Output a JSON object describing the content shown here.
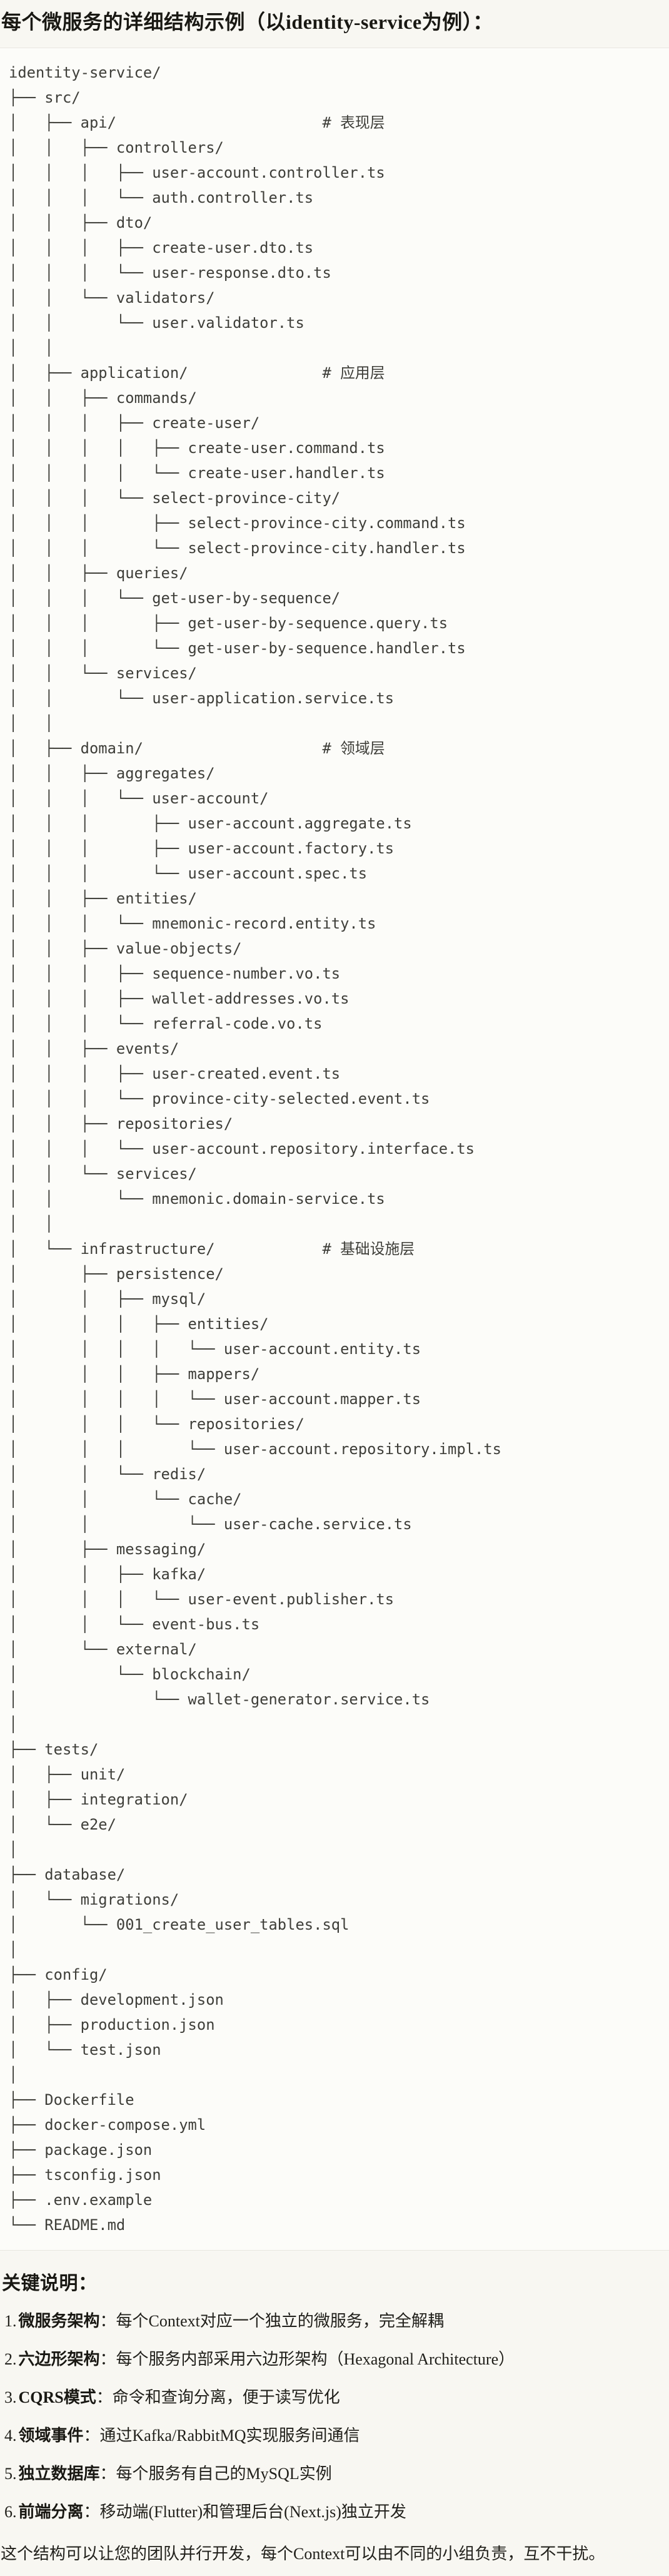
{
  "page": {
    "title": "每个微服务的详细结构示例（以identity-service为例）：",
    "notes_heading": "关键说明：",
    "closing": "这个结构可以让您的团队并行开发，每个Context可以由不同的小组负责，互不干扰。"
  },
  "tree": {
    "root": "identity-service/",
    "layer_comments": [
      "# 表现层",
      "# 应用层",
      "# 领域层",
      "# 基础设施层"
    ],
    "lines": [
      "identity-service/",
      "├── src/",
      "│   ├── api/                       # 表现层",
      "│   │   ├── controllers/",
      "│   │   │   ├── user-account.controller.ts",
      "│   │   │   └── auth.controller.ts",
      "│   │   ├── dto/",
      "│   │   │   ├── create-user.dto.ts",
      "│   │   │   └── user-response.dto.ts",
      "│   │   └── validators/",
      "│   │       └── user.validator.ts",
      "│   │",
      "│   ├── application/               # 应用层",
      "│   │   ├── commands/",
      "│   │   │   ├── create-user/",
      "│   │   │   │   ├── create-user.command.ts",
      "│   │   │   │   └── create-user.handler.ts",
      "│   │   │   └── select-province-city/",
      "│   │   │       ├── select-province-city.command.ts",
      "│   │   │       └── select-province-city.handler.ts",
      "│   │   ├── queries/",
      "│   │   │   └── get-user-by-sequence/",
      "│   │   │       ├── get-user-by-sequence.query.ts",
      "│   │   │       └── get-user-by-sequence.handler.ts",
      "│   │   └── services/",
      "│   │       └── user-application.service.ts",
      "│   │",
      "│   ├── domain/                    # 领域层",
      "│   │   ├── aggregates/",
      "│   │   │   └── user-account/",
      "│   │   │       ├── user-account.aggregate.ts",
      "│   │   │       ├── user-account.factory.ts",
      "│   │   │       └── user-account.spec.ts",
      "│   │   ├── entities/",
      "│   │   │   └── mnemonic-record.entity.ts",
      "│   │   ├── value-objects/",
      "│   │   │   ├── sequence-number.vo.ts",
      "│   │   │   ├── wallet-addresses.vo.ts",
      "│   │   │   └── referral-code.vo.ts",
      "│   │   ├── events/",
      "│   │   │   ├── user-created.event.ts",
      "│   │   │   └── province-city-selected.event.ts",
      "│   │   ├── repositories/",
      "│   │   │   └── user-account.repository.interface.ts",
      "│   │   └── services/",
      "│   │       └── mnemonic.domain-service.ts",
      "│   │",
      "│   └── infrastructure/            # 基础设施层",
      "│       ├── persistence/",
      "│       │   ├── mysql/",
      "│       │   │   ├── entities/",
      "│       │   │   │   └── user-account.entity.ts",
      "│       │   │   ├── mappers/",
      "│       │   │   │   └── user-account.mapper.ts",
      "│       │   │   └── repositories/",
      "│       │   │       └── user-account.repository.impl.ts",
      "│       │   └── redis/",
      "│       │       └── cache/",
      "│       │           └── user-cache.service.ts",
      "│       ├── messaging/",
      "│       │   ├── kafka/",
      "│       │   │   └── user-event.publisher.ts",
      "│       │   └── event-bus.ts",
      "│       └── external/",
      "│           └── blockchain/",
      "│               └── wallet-generator.service.ts",
      "│",
      "├── tests/",
      "│   ├── unit/",
      "│   ├── integration/",
      "│   └── e2e/",
      "│",
      "├── database/",
      "│   └── migrations/",
      "│       └── 001_create_user_tables.sql",
      "│",
      "├── config/",
      "│   ├── development.json",
      "│   ├── production.json",
      "│   └── test.json",
      "│",
      "├── Dockerfile",
      "├── docker-compose.yml",
      "├── package.json",
      "├── tsconfig.json",
      "├── .env.example",
      "└── README.md"
    ]
  },
  "notes": {
    "items": [
      {
        "number": "1.",
        "term": "微服务架构",
        "text": "：每个Context对应一个独立的微服务，完全解耦"
      },
      {
        "number": "2.",
        "term": "六边形架构",
        "text": "：每个服务内部采用六边形架构（Hexagonal Architecture）"
      },
      {
        "number": "3.",
        "term": "CQRS模式",
        "text": "：命令和查询分离，便于读写优化"
      },
      {
        "number": "4.",
        "term": "领域事件",
        "text": "：通过Kafka/RabbitMQ实现服务间通信"
      },
      {
        "number": "5.",
        "term": "独立数据库",
        "text": "：每个服务有自己的MySQL实例"
      },
      {
        "number": "6.",
        "term": "前端分离",
        "text": "：移动端(Flutter)和管理后台(Next.js)独立开发"
      }
    ]
  }
}
